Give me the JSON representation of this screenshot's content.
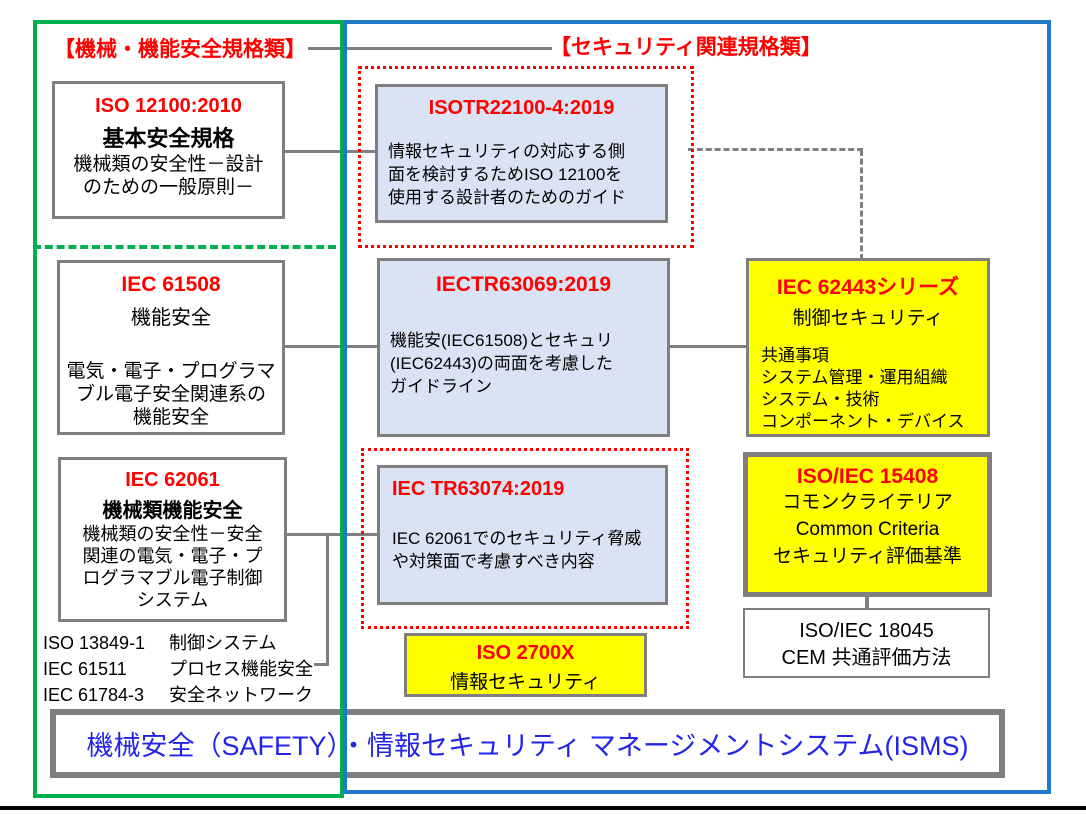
{
  "colors": {
    "green-border": "#00b050",
    "blue-border": "#1f78c8",
    "red": "#ff0000",
    "gray-line": "#808080",
    "box-border": "#7f7f7f",
    "box-fill-blue": "#dae3f3",
    "box-fill-yellow": "#ffff00",
    "footer-text": "#2424e8",
    "black": "#000000"
  },
  "groups": {
    "machine_safety_label": "【機械・機能安全規格類】",
    "security_label": "【セキュリティ関連規格類】"
  },
  "boxes": {
    "iso12100": {
      "title": "ISO 12100:2010",
      "subtitle": "基本安全規格",
      "lines": [
        "機械類の安全性－設計",
        "のための一般原則－"
      ]
    },
    "iec61508": {
      "title": "IEC 61508",
      "subtitle": "機能安全",
      "lines": [
        "電気・電子・プログラマ",
        "ブル電子安全関連系の",
        "機能安全"
      ]
    },
    "iec62061": {
      "title": "IEC 62061",
      "subtitle": "機械類機能安全",
      "lines": [
        "機械類の安全性－安全",
        "関連の電気・電子・プ",
        "ログラマブル電子制御",
        "システム"
      ]
    },
    "isotr22100": {
      "title": "ISOTR22100-4:2019",
      "lines": [
        "情報セキュリティの対応する側",
        "面を検討するためISO 12100を",
        "使用する設計者のためのガイド"
      ]
    },
    "iectr63069": {
      "title": "IECTR63069:2019",
      "lines": [
        "機能安(IEC61508)とセキュリ",
        "(IEC62443)の両面を考慮した",
        "ガイドライン"
      ]
    },
    "iectr63074": {
      "title": "IEC TR63074:2019",
      "lines": [
        "IEC 62061でのセキュリティ脅威",
        "や対策面で考慮すべき内容"
      ]
    },
    "iso2700x": {
      "title": "ISO 2700X",
      "subtitle": "情報セキュリティ"
    },
    "iec62443": {
      "title": "IEC 62443シリーズ",
      "subtitle": "制御セキュリティ",
      "lines": [
        "共通事項",
        "システム管理・運用組織",
        "システム・技術",
        "コンポーネント・デバイス"
      ]
    },
    "iso15408": {
      "title": "ISO/IEC 15408",
      "lines": [
        "コモンクライテリア",
        "Common Criteria",
        "セキュリティ評価基準"
      ]
    },
    "iso18045": {
      "lines": [
        "ISO/IEC 18045",
        "CEM 共通評価方法"
      ]
    }
  },
  "related_standards": [
    {
      "code": "ISO 13849-1",
      "name": "制御システム"
    },
    {
      "code": "IEC 61511",
      "name": "プロセス機能安全"
    },
    {
      "code": "IEC 61784-3",
      "name": "安全ネットワーク"
    }
  ],
  "footer": {
    "text": "機械安全（SAFETY）・情報セキュリティ マネージメントシステム(ISMS)"
  }
}
